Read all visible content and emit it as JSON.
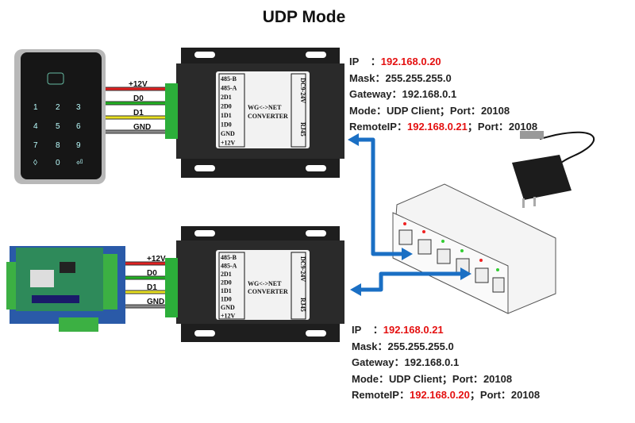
{
  "title": "UDP Mode",
  "wire_labels": [
    "+12V",
    "D0",
    "D1",
    "GND"
  ],
  "wire_colors": [
    "#e02020",
    "#22b022",
    "#e8e020",
    "#888888"
  ],
  "converter": {
    "pins": [
      "485-B",
      "485-A",
      "2D1",
      "2D0",
      "1D1",
      "1D0",
      "GND",
      "+12V"
    ],
    "name_line1": "WG<->NET",
    "name_line2": "CONVERTER",
    "power": "DC9-24V",
    "port": "RJ45"
  },
  "device_top": {
    "ip_label": "IP",
    "ip": "192.168.0.20",
    "mask_label": "Mask",
    "mask": "255.255.255.0",
    "gateway_label": "Gateway",
    "gateway": "192.168.0.1",
    "mode_label": "Mode",
    "mode": "UDP Client",
    "port_label": "Port",
    "port": "20108",
    "remote_label": "RemoteIP",
    "remote_ip": "192.168.0.21",
    "remote_port": "20108"
  },
  "device_bottom": {
    "ip_label": "IP",
    "ip": "192.168.0.21",
    "mask_label": "Mask",
    "mask": "255.255.255.0",
    "gateway_label": "Gateway",
    "gateway": "192.168.0.1",
    "mode_label": "Mode",
    "mode": "UDP Client",
    "port_label": "Port",
    "port": "20108",
    "remote_label": "RemoteIP",
    "remote_ip": "192.168.0.20",
    "remote_port": "20108"
  },
  "arrow_color": "#1a6fc4"
}
